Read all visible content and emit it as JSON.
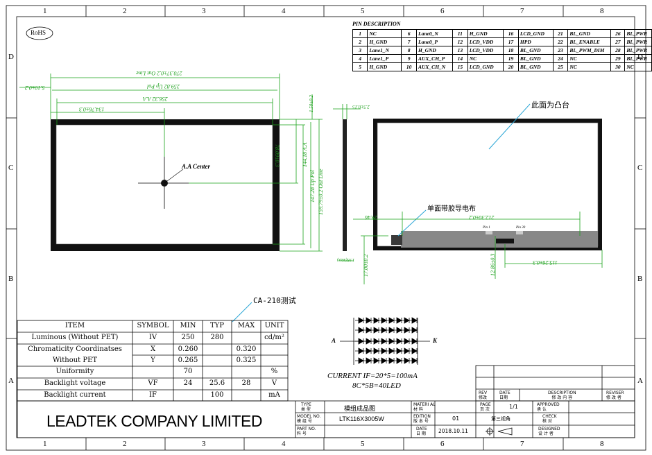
{
  "border": {
    "cols": [
      "1",
      "2",
      "3",
      "4",
      "5",
      "6",
      "7",
      "8"
    ],
    "rows": [
      "D",
      "C",
      "B",
      "A"
    ]
  },
  "rohs": "RoHS",
  "pin_table": {
    "title": "PIN DESCRIPTION",
    "rows": [
      [
        "1",
        "NC",
        "6",
        "Lane0_N",
        "11",
        "H_GND",
        "16",
        "LCD_GND",
        "21",
        "BL_GND",
        "26",
        "BL_PWR"
      ],
      [
        "2",
        "H_GND",
        "7",
        "Lane0_P",
        "12",
        "LCD_VDD",
        "17",
        "HPD",
        "22",
        "BL_ENABLE",
        "27",
        "BL_PWR"
      ],
      [
        "3",
        "Lane1_N",
        "8",
        "H_GND",
        "13",
        "LCD_VDD",
        "18",
        "BL_GND",
        "23",
        "BL_PWM_DIM",
        "28",
        "BL_PWR"
      ],
      [
        "4",
        "Lane1_P",
        "9",
        "AUX_CH_P",
        "14",
        "NC",
        "19",
        "BL_GND",
        "24",
        "NC",
        "29",
        "BL_PWR"
      ],
      [
        "5",
        "H_GND",
        "10",
        "AUX_CH_N",
        "15",
        "LCD_GND",
        "20",
        "BL_GND",
        "25",
        "NC",
        "30",
        "NC"
      ]
    ]
  },
  "front": {
    "outline": "270.37±0.2 Out Line",
    "uppol": "259.82 Up Pol",
    "aa": "256.32 A.A",
    "offset_x": "134.76±0.3",
    "left_edge": "5.10±0.2",
    "center_label": "A.A Center",
    "aa_h": "144.18 A.A",
    "uppol_h": "147.28 Up Pol",
    "outline_h": "159.79±0.2 Out Line",
    "offset_y": "78.09±0.3",
    "thickness_top": "1.50±0.2"
  },
  "side": {
    "t1": "2.5±0.15",
    "t2": "1.95(Max)"
  },
  "back": {
    "note_raised": "此面为凸台",
    "note_tape": "单面带胶导电布",
    "d1": "29.46",
    "d2": "212.30±0.2",
    "pin1": "Pin 1",
    "pin30": "Pin 30",
    "d3": "17.00±0.2",
    "d4": "12.86±0.3",
    "d5": "115.26±0.3"
  },
  "ca210": "CA-210测试",
  "specs": {
    "headers": [
      "ITEM",
      "SYMBOL",
      "MIN",
      "TYP",
      "MAX",
      "UNIT"
    ],
    "rows": [
      [
        "Luminous (Without PET)",
        "IV",
        "250",
        "280",
        "",
        "cd/m²"
      ],
      [
        "Chromaticity Coordinatses",
        "X",
        "0.260",
        "",
        "0.320",
        ""
      ],
      [
        "Without PET",
        "Y",
        "0.265",
        "",
        "0.325",
        ""
      ],
      [
        "Uniformity",
        "",
        "70",
        "",
        "",
        "%"
      ],
      [
        "Backlight voltage",
        "VF",
        "24",
        "25.6",
        "28",
        "V"
      ],
      [
        "Backlight current",
        "IF",
        "",
        "100",
        "",
        "mA"
      ]
    ]
  },
  "led": {
    "anode": "A",
    "cathode": "K",
    "current": "CURRENT IF=20*5=100mA",
    "count": "8C*5B=40LED"
  },
  "title_block": {
    "company": "LEADTEK COMPANY LIMITED",
    "type_label": "TYPE",
    "type_cn": "类 型",
    "type_val": "模组成品图",
    "material_label": "MATERI AL",
    "material_cn": "材 料",
    "page_label": "PAGE",
    "page_cn": "页 次",
    "page_val": "1/1",
    "approved_label": "APPROVED",
    "approved_cn": "承 认",
    "model_label": "MODEL NO.",
    "model_cn": "模 组 号",
    "model_val": "LTK116X3005W",
    "edition_label": "EDITION",
    "edition_cn": "版 本 号",
    "edition_val": "01",
    "view_val": "第三视角",
    "check_label": "CHECK",
    "check_cn": "核 对",
    "part_label": "PART NO.",
    "part_cn": "料 号",
    "date_label": "DATE",
    "date_cn": "日 期",
    "date_val": "2018.10.11",
    "design_label": "DESIGNED",
    "design_cn": "设 计 者",
    "rev_label": "REV",
    "rev_cn": "修改",
    "rdate_label": "DATE",
    "rdate_cn": "日期",
    "desc_label": "DESCRIPTION",
    "desc_cn": "修 改 内 容",
    "reviser_label": "REVISER",
    "reviser_cn": "修 改 者"
  }
}
